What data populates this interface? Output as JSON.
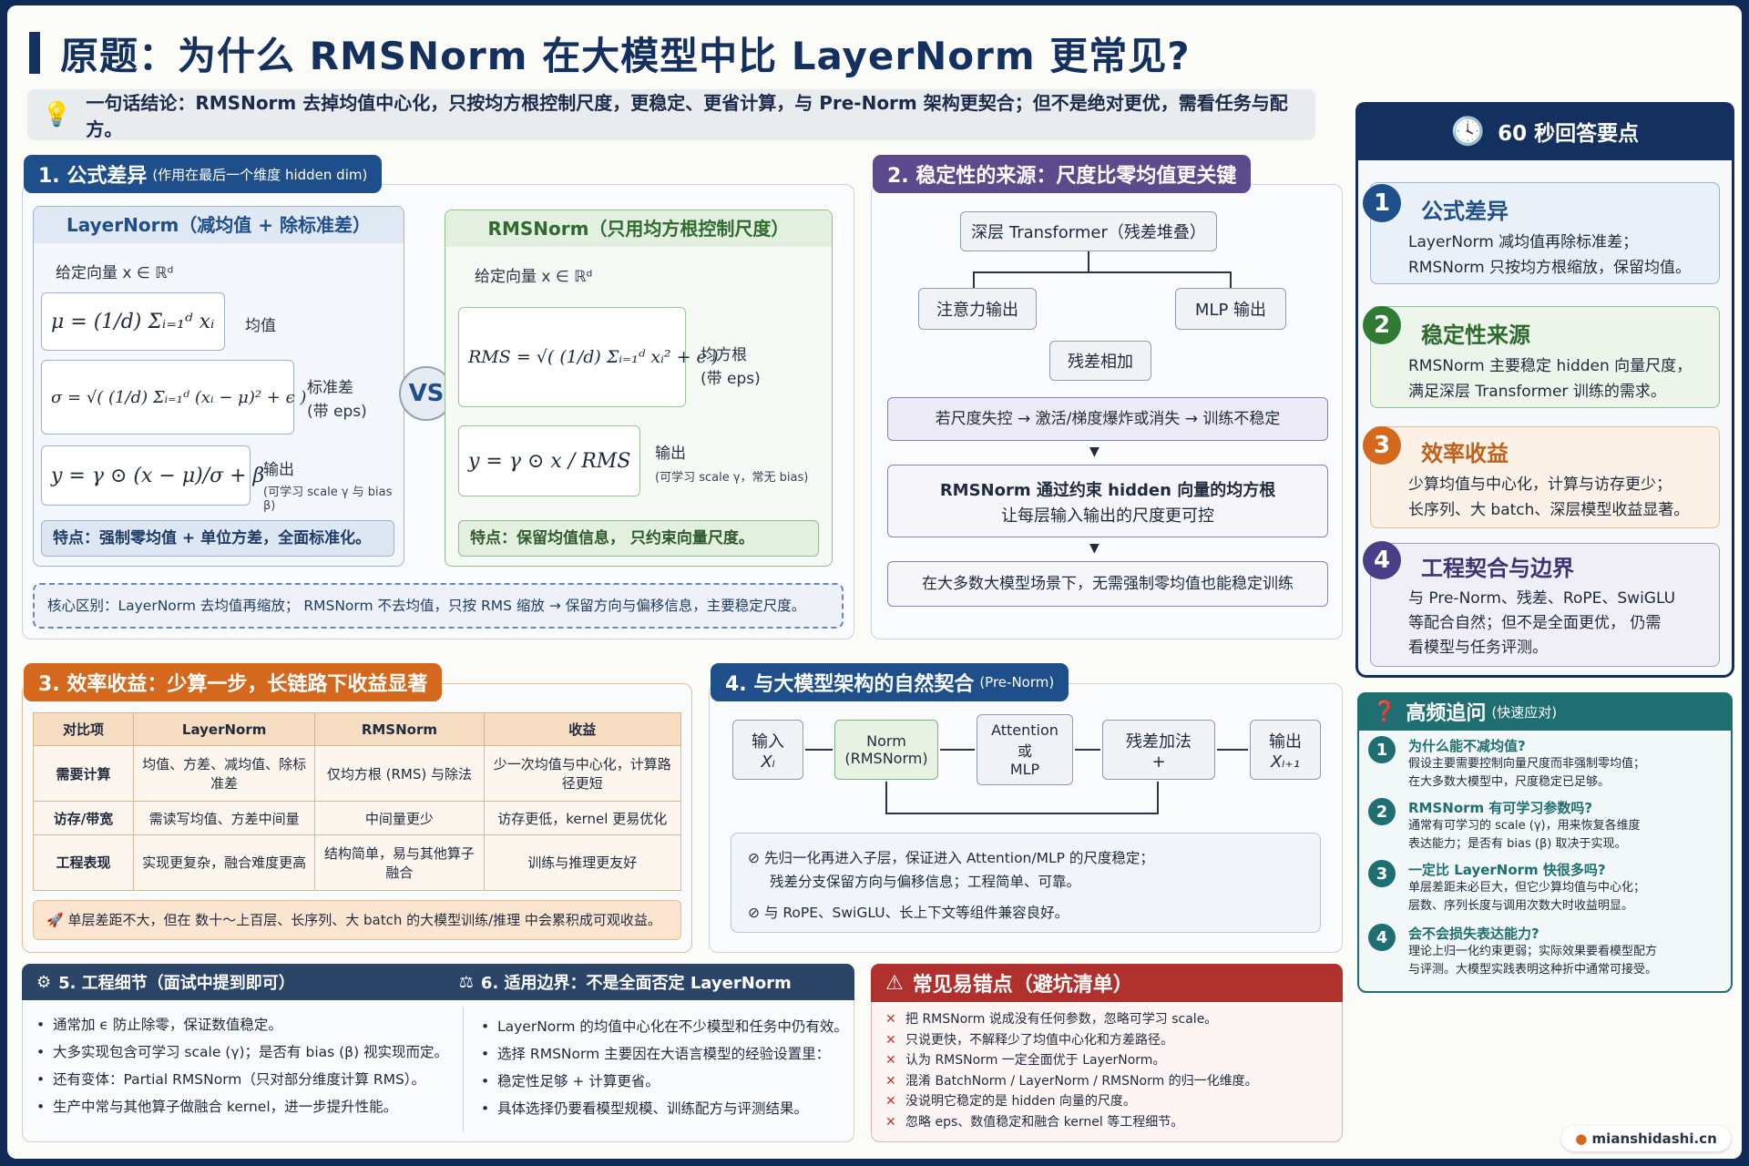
{
  "title": "原题：为什么 RMSNorm 在大模型中比 LayerNorm 更常见?",
  "conclusion": "一句话结论：RMSNorm 去掉均值中心化，只按均方根控制尺度，更稳定、更省计算，与 Pre-Norm 架构更契合；但不是绝对更优，需看任务与配方。",
  "s1": {
    "title": "1. 公式差异",
    "sub": "(作用在最后一个维度 hidden dim)",
    "ln_title": "LayerNorm（减均值 + 除标准差）",
    "given": "给定向量 x ∈ ℝᵈ",
    "mu": "μ = (1/d) Σᵢ₌₁ᵈ xᵢ",
    "mu_lbl": "均值",
    "sigma": "σ = √( (1/d) Σᵢ₌₁ᵈ (xᵢ − μ)² + ϵ )",
    "sigma_lbl": "标准差",
    "sigma_lbl2": "(带 eps)",
    "y": "y = γ ⊙ (x − μ)/σ + β",
    "y_lbl": "输出",
    "y_lbl2": "(可学习 scale γ 与 bias β)",
    "ln_feat": "特点：强制零均值 + 单位方差，全面标准化。",
    "vs": "VS",
    "rms_title": "RMSNorm（只用均方根控制尺度）",
    "rms_given": "给定向量 x ∈ ℝᵈ",
    "rms": "RMS = √( (1/d) Σᵢ₌₁ᵈ xᵢ² + ϵ )",
    "rms_lbl": "均方根",
    "rms_lbl2": "(带 eps)",
    "ry": "y = γ ⊙ x / RMS",
    "ry_lbl": "输出",
    "ry_lbl2": "(可学习 scale γ，常无 bias)",
    "rms_feat": "特点：保留均值信息， 只约束向量尺度。",
    "core": "核心区别：LayerNorm 去均值再缩放； RMSNorm 不去均值，只按 RMS 缩放 → 保留方向与偏移信息，主要稳定尺度。"
  },
  "s2": {
    "title": "2. 稳定性的来源：尺度比零均值更关键",
    "n1": "深层 Transformer（残差堆叠）",
    "n2": "注意力输出",
    "n3": "MLP 输出",
    "n4": "残差相加",
    "chain": "若尺度失控 → 激活/梯度爆炸或消失 → 训练不稳定",
    "n5a": "RMSNorm 通过约束 hidden 向量的均方根",
    "n5b": "让每层输入输出的尺度更可控",
    "n6": "在大多数大模型场景下，无需强制零均值也能稳定训练"
  },
  "s3": {
    "title": "3. 效率收益：少算一步，长链路下收益显著",
    "headers": [
      "对比项",
      "LayerNorm",
      "RMSNorm",
      "收益"
    ],
    "rows": [
      [
        "需要计算",
        "均值、方差、减均值、除标准差",
        "仅均方根 (RMS) 与除法",
        "少一次均值与中心化，计算路径更短"
      ],
      [
        "访存/带宽",
        "需读写均值、方差中间量",
        "中间量更少",
        "访存更低，kernel 更易优化"
      ],
      [
        "工程表现",
        "实现更复杂，融合难度更高",
        "结构简单，易与其他算子融合",
        "训练与推理更友好"
      ]
    ],
    "note": "单层差距不大，但在 数十～上百层、长序列、大 batch 的大模型训练/推理 中会累积成可观收益。"
  },
  "s4": {
    "title": "4. 与大模型架构的自然契合",
    "sub": "(Pre-Norm)",
    "in": "输入",
    "in_v": "Xₗ",
    "norm": "Norm",
    "norm2": "(RMSNorm)",
    "attn": "Attention",
    "attn2": "或",
    "attn3": "MLP",
    "res": "残差加法",
    "res2": "+",
    "out": "输出",
    "out_v": "Xₗ₊₁",
    "c1a": "先归一化再进入子层，保证进入 Attention/MLP 的尺度稳定；",
    "c1b": "残差分支保留方向与偏移信息；工程简单、可靠。",
    "c2": "与 RoPE、SwiGLU、长上下文等组件兼容良好。"
  },
  "s5": {
    "title": "5. 工程细节（面试中提到即可）",
    "items": [
      "通常加 ϵ 防止除零，保证数值稳定。",
      "大多实现包含可学习 scale (γ)；是否有 bias (β) 视实现而定。",
      "还有变体：Partial RMSNorm（只对部分维度计算 RMS）。",
      "生产中常与其他算子做融合 kernel，进一步提升性能。"
    ]
  },
  "s6": {
    "title": "6. 适用边界：不是全面否定 LayerNorm",
    "items": [
      "LayerNorm 的均值中心化在不少模型和任务中仍有效。",
      "选择 RMSNorm 主要因在大语言模型的经验设置里：",
      "具体选择仍要看模型规模、训练配方与评测结果。"
    ],
    "item2b": "稳定性足够 + 计算更省。"
  },
  "s7": {
    "title": "常见易错点（避坑清单）",
    "items": [
      "把 RMSNorm 说成没有任何参数，忽略可学习 scale。",
      "只说更快，不解释少了均值中心化和方差路径。",
      "认为 RMSNorm 一定全面优于 LayerNorm。",
      "混淆 BatchNorm / LayerNorm / RMSNorm 的归一化维度。",
      "没说明它稳定的是 hidden 向量的尺度。",
      "忽略 eps、数值稳定和融合 kernel 等工程细节。"
    ]
  },
  "side": {
    "title": "60 秒回答要点",
    "pts": [
      {
        "n": "1",
        "t": "公式差异",
        "d1": "LayerNorm 减均值再除标准差；",
        "d2": "RMSNorm 只按均方根缩放，保留均值。",
        "d3": ""
      },
      {
        "n": "2",
        "t": "稳定性来源",
        "d1": "RMSNorm 主要稳定 hidden 向量尺度，",
        "d2": "满足深层 Transformer 训练的需求。",
        "d3": ""
      },
      {
        "n": "3",
        "t": "效率收益",
        "d1": "少算均值与中心化，计算与访存更少；",
        "d2": "长序列、大 batch、深层模型收益显著。",
        "d3": ""
      },
      {
        "n": "4",
        "t": "工程契合与边界",
        "d1": "与 Pre-Norm、残差、RoPE、SwiGLU",
        "d2": "等配合自然；但不是全面更优， 仍需",
        "d3": "看模型与任务评测。"
      }
    ]
  },
  "faq": {
    "title": "高频追问",
    "sub": "(快速应对)",
    "items": [
      {
        "n": "1",
        "q": "为什么能不减均值?",
        "a1": "假设主要需要控制向量尺度而非强制零均值；",
        "a2": "在大多数大模型中，尺度稳定已足够。"
      },
      {
        "n": "2",
        "q": "RMSNorm 有可学习参数吗?",
        "a1": "通常有可学习的 scale (γ)，用来恢复各维度",
        "a2": "表达能力；是否有 bias (β) 取决于实现。"
      },
      {
        "n": "3",
        "q": "一定比 LayerNorm 快很多吗?",
        "a1": "单层差距未必巨大，但它少算均值与中心化；",
        "a2": "层数、序列长度与调用次数大时收益明显。"
      },
      {
        "n": "4",
        "q": "会不会损失表达能力?",
        "a1": "理论上归一化约束更弱；实际效果要看模型配方",
        "a2": "与评测。大模型实践表明这种折中通常可接受。"
      }
    ]
  },
  "footer": "mianshidashi.cn"
}
